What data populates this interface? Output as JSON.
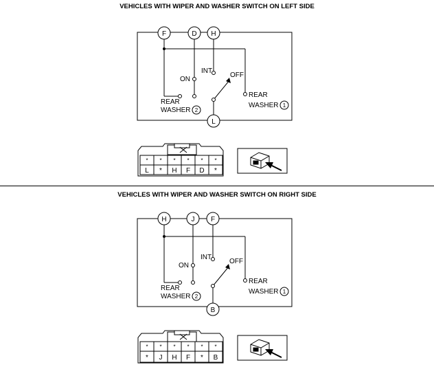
{
  "left": {
    "title": "VEHICLES WITH WIPER AND WASHER SWITCH ON LEFT SIDE",
    "terminals_top": [
      "F",
      "D",
      "H"
    ],
    "terminal_bottom": "L",
    "labels": {
      "on": "ON",
      "int": "INT",
      "off": "OFF",
      "rear": "REAR",
      "washer": "WASHER",
      "num_one": "1",
      "num_two": "2"
    },
    "connector": {
      "top_row": [
        "*",
        "*",
        "*",
        "*",
        "*",
        "*"
      ],
      "bottom_row": [
        "L",
        "*",
        "H",
        "F",
        "D",
        "*"
      ]
    }
  },
  "right": {
    "title": "VEHICLES WITH WIPER AND WASHER SWITCH ON RIGHT SIDE",
    "terminals_top": [
      "H",
      "J",
      "F"
    ],
    "terminal_bottom": "B",
    "labels": {
      "on": "ON",
      "int": "INT",
      "off": "OFF",
      "rear": "REAR",
      "washer": "WASHER",
      "num_one": "1",
      "num_two": "2"
    },
    "connector": {
      "top_row": [
        "*",
        "*",
        "*",
        "*",
        "*",
        "*"
      ],
      "bottom_row": [
        "*",
        "J",
        "H",
        "F",
        "*",
        "B"
      ]
    }
  }
}
